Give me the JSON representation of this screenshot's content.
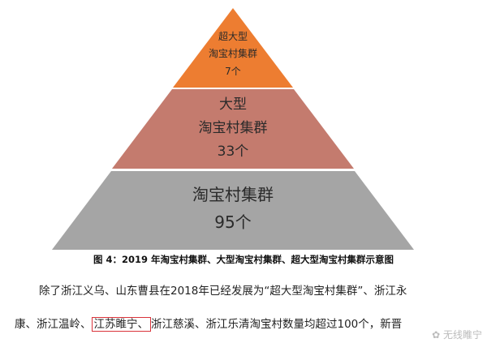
{
  "pyramid": {
    "top": {
      "line1": "超大型",
      "line2": "淘宝村集群",
      "count": "7个",
      "color": "#ED7D31"
    },
    "middle": {
      "line1": "大型",
      "line2": "淘宝村集群",
      "count": "33个",
      "color": "#C47B6E"
    },
    "bottom": {
      "line1": "淘宝村集群",
      "count": "95个",
      "color": "#A5A5A5"
    }
  },
  "caption": "图 4：2019 年淘宝村集群、大型淘宝村集群、超大型淘宝村集群示意图",
  "paragraph": {
    "line1": "除了浙江义乌、山东曹县在2018年已经发展为“超大型淘宝村集群”、浙江永",
    "line2_before": "康、浙江温岭、",
    "line2_highlight": "江苏睢宁、",
    "line2_after": "浙江慈溪、浙江乐清淘宝村数量均超过100个，新晋"
  },
  "watermark": "无线睢宁"
}
